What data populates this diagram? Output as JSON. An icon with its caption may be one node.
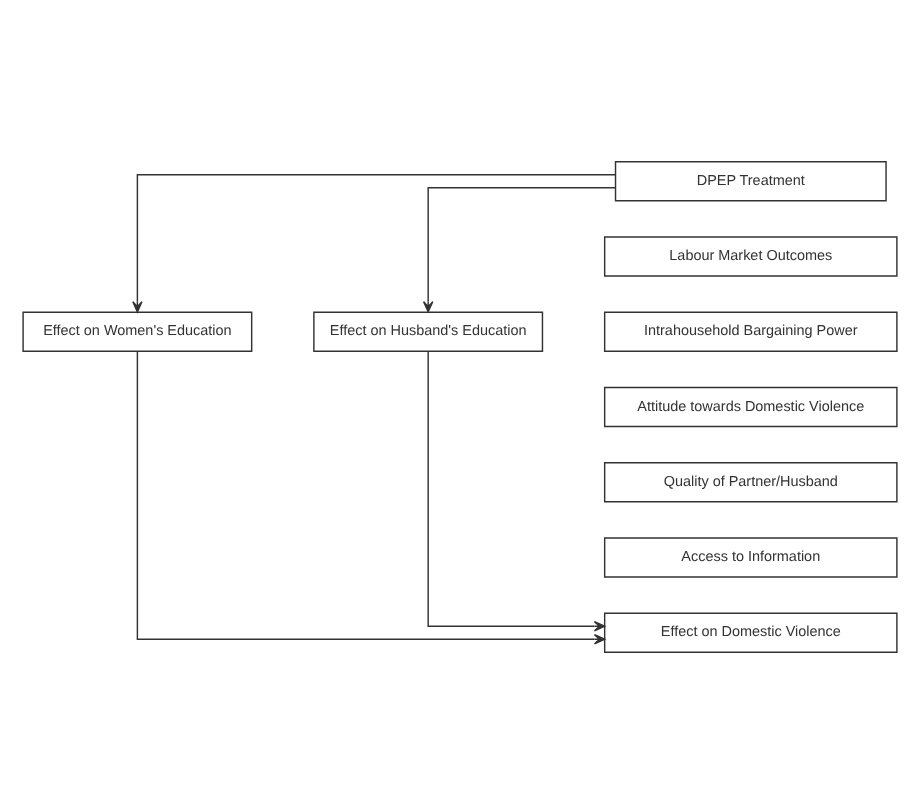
{
  "diagram": {
    "nodes": [
      {
        "text": [
          "DPEP Treatment"
        ]
      },
      {
        "text": [
          "Effect on Women's Education"
        ]
      },
      {
        "text": [
          "Effect on Husband's Education"
        ]
      },
      {
        "text": [
          "Labour Market Outcomes"
        ]
      },
      {
        "text": [
          "Intrahousehold Bargaining Power"
        ]
      },
      {
        "text": [
          "Attitude towards Domestic Violence"
        ]
      },
      {
        "text": [
          "Quality of Partner/Husband"
        ]
      },
      {
        "text": [
          "Access to Information"
        ]
      },
      {
        "text": [
          "Effect on Domestic Violence"
        ]
      }
    ],
    "edges": [
      {
        "from": 0,
        "to": 1,
        "arrow": "to"
      },
      {
        "from": 0,
        "to": 2,
        "arrow": "to"
      },
      {
        "from": 1,
        "to": 8,
        "arrow": "to"
      },
      {
        "from": 2,
        "to": 8,
        "arrow": "to"
      }
    ]
  }
}
